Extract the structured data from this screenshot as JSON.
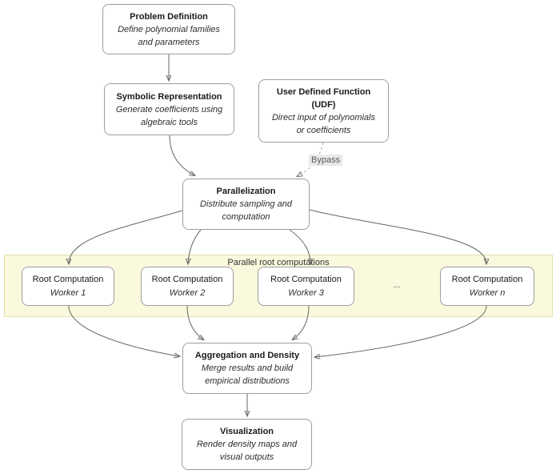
{
  "nodes": {
    "problem": {
      "title": "Problem Definition",
      "sub1": "Define polynomial families",
      "sub2": "and parameters"
    },
    "symbolic": {
      "title": "Symbolic Representation",
      "sub1": "Generate coefficients using",
      "sub2": "algebraic tools"
    },
    "udf": {
      "title": "User Defined Function",
      "title2": "(UDF)",
      "sub1": "Direct input of polynomials",
      "sub2": "or coefficients"
    },
    "parallelization": {
      "title": "Parallelization",
      "sub1": "Distribute sampling and",
      "sub2": "computation"
    },
    "worker1": {
      "title": "Root Computation",
      "sub1": "Worker 1"
    },
    "worker2": {
      "title": "Root Computation",
      "sub1": "Worker 2"
    },
    "worker3": {
      "title": "Root Computation",
      "sub1": "Worker 3"
    },
    "workerN": {
      "title": "Root Computation",
      "sub1": "Worker n"
    },
    "aggregation": {
      "title": "Aggregation and Density",
      "sub1": "Merge results and build",
      "sub2": "empirical distributions"
    },
    "visualization": {
      "title": "Visualization",
      "sub1": "Render density maps and",
      "sub2": "visual outputs"
    }
  },
  "labels": {
    "bypass": "Bypass",
    "parallel_group": "Parallel root computations",
    "ellipsis": "..."
  },
  "colors": {
    "band_fill": "#FAF8DD",
    "band_border": "#E5E0AC",
    "box_border": "#9E9E9E",
    "arrow": "#666666",
    "arrowhead": "#4D4D4D",
    "bypass_bg": "#E9E9E9"
  }
}
